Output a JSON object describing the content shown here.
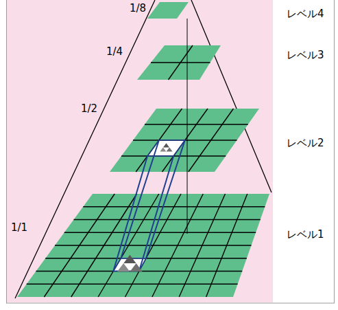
{
  "diagram": {
    "labels": [
      "1/8",
      "レベル4",
      "1/4",
      "レベル3",
      "1/2",
      "レベル2",
      "1/1",
      "レベル1"
    ]
  }
}
